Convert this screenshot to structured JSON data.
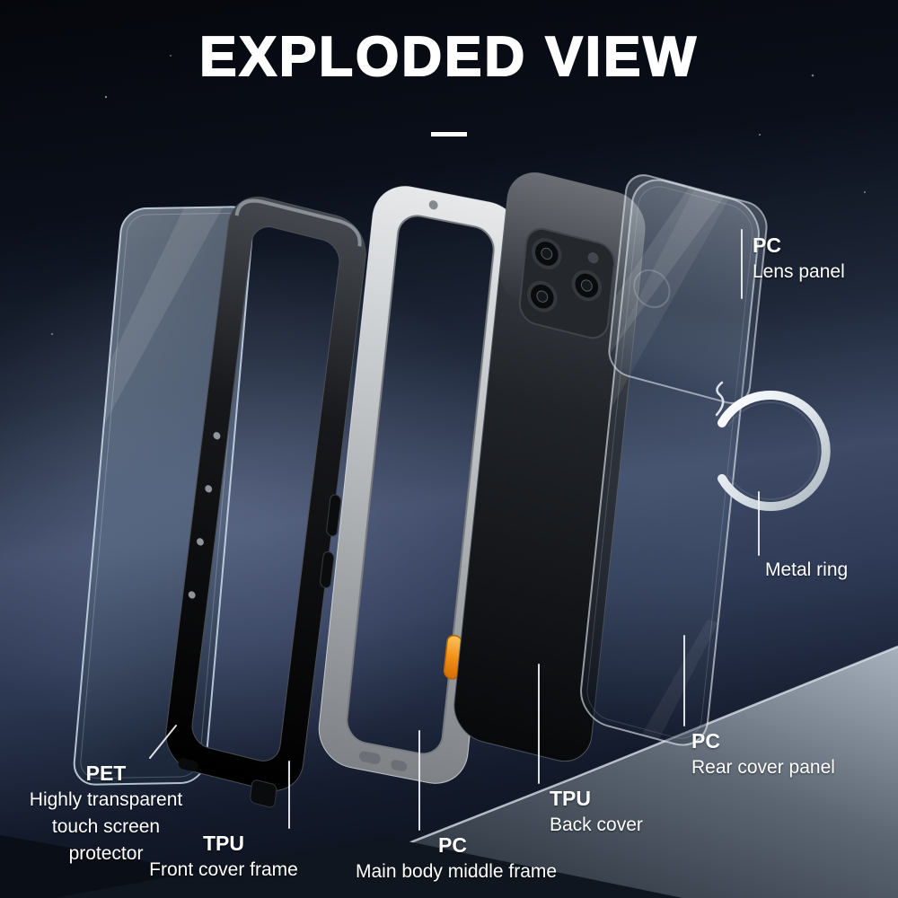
{
  "title": "EXPLODED VIEW",
  "callouts": {
    "lens_panel": {
      "material": "PC",
      "name": "Lens panel"
    },
    "metal_ring": {
      "name": "Metal ring"
    },
    "rear_cover_panel": {
      "material": "PC",
      "name": "Rear cover panel"
    },
    "back_cover": {
      "material": "TPU",
      "name": "Back cover"
    },
    "main_body_middle_frame": {
      "material": "PC",
      "name": "Main body middle frame"
    },
    "front_cover_frame": {
      "material": "TPU",
      "name": "Front cover frame"
    },
    "screen_protector": {
      "material": "PET",
      "name_line1": "Highly transparent",
      "name_line2": "touch screen",
      "name_line3": "protector"
    }
  },
  "colors": {
    "background_top": "#06080d",
    "background_glow": "#8fa0c0",
    "mountain": "#8f9aa7",
    "case_button_accent": "#f08a1e",
    "metal_ring": "#e9eef3",
    "text": "#ffffff"
  }
}
